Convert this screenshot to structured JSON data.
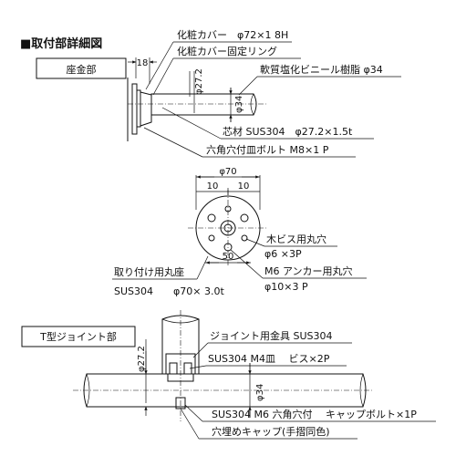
{
  "page": {
    "title": "■取付部詳細図"
  },
  "section_base": {
    "box_label": "座金部",
    "dim_18": "18",
    "dim_d272": "φ27.2",
    "dim_d34": "φ34",
    "callout_cover": "化粧カバー　φ72×1 8H",
    "callout_ring": "化粧カバー固定リング",
    "callout_pvc": "軟質塩化ビニール樹脂 φ34",
    "callout_core": "芯材 SUS304　φ27.2×1.5t",
    "callout_bolt": "六角穴付皿ボルト M8×1 P"
  },
  "section_plate": {
    "dim_d70": "φ70",
    "dim_10a": "10",
    "dim_10b": "10",
    "dim_50": "50",
    "callout_screw": "木ビス用丸穴",
    "callout_screw_spec": "φ6 ×3P",
    "callout_anchor": "M6 アンカー用丸穴",
    "callout_anchor_spec": "φ10×3 P",
    "callout_plate": "取り付け用丸座",
    "callout_plate_spec": "SUS304　　φ70× 3.0t"
  },
  "section_joint": {
    "box_label": "T型ジョイント部",
    "dim_d272": "φ27.2",
    "dim_d34": "φ34",
    "callout_fitting": "ジョイント用金具 SUS304",
    "callout_screw": "SUS304 M4皿　 ビス×2P",
    "callout_capbolt": "SUS304 M6 六角穴付　 キャップボルト×1P",
    "callout_cap": "穴埋めキャップ(手摺同色)"
  }
}
